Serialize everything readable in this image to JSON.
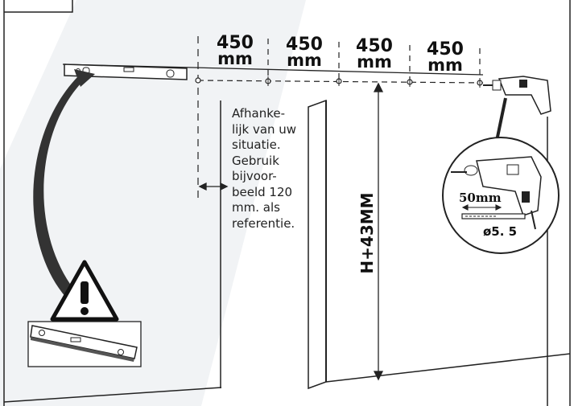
{
  "spacings": [
    {
      "value": "450",
      "unit": "mm"
    },
    {
      "value": "450",
      "unit": "mm"
    },
    {
      "value": "450",
      "unit": "mm"
    },
    {
      "value": "450",
      "unit": "mm"
    }
  ],
  "note": "Afhanke-\nlijk van uw\nsituatie.\nGebruik\nbijvoor-\nbeeld 120\nmm. als\nreferentie.",
  "height_label": "H+43MM",
  "drill": {
    "depth": "50mm",
    "diameter": "ø5. 5"
  },
  "colors": {
    "line": "#222222",
    "shade": "#eef0f2",
    "bar": "#555555"
  }
}
